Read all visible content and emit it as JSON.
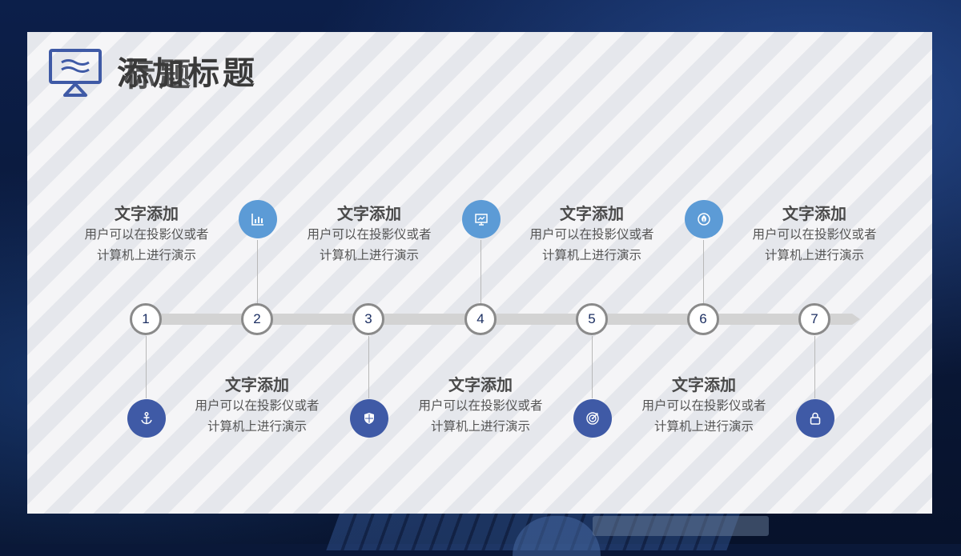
{
  "slide": {
    "title": "添加标题",
    "title_overlap": "标题"
  },
  "colors": {
    "accent_dark": "#3f5aa6",
    "accent_light": "#5c9bd6",
    "node_text": "#1c2f62"
  },
  "timeline": {
    "nodes": [
      "1",
      "2",
      "3",
      "4",
      "5",
      "6",
      "7"
    ],
    "top_icons": [
      {
        "name": "bar-chart-icon",
        "color": "#5c9bd6"
      },
      {
        "name": "presentation-board-icon",
        "color": "#5c9bd6"
      },
      {
        "name": "leaf-circle-icon",
        "color": "#5c9bd6"
      }
    ],
    "bottom_icons": [
      {
        "name": "anchor-icon",
        "color": "#3f5aa6"
      },
      {
        "name": "shield-icon",
        "color": "#3f5aa6"
      },
      {
        "name": "target-icon",
        "color": "#3f5aa6"
      },
      {
        "name": "lock-icon",
        "color": "#3f5aa6"
      }
    ],
    "top_texts": [
      {
        "heading": "文字添加",
        "line1": "用户可以在投影仪或者",
        "line2": "计算机上进行演示"
      },
      {
        "heading": "文字添加",
        "line1": "用户可以在投影仪或者",
        "line2": "计算机上进行演示"
      },
      {
        "heading": "文字添加",
        "line1": "用户可以在投影仪或者",
        "line2": "计算机上进行演示"
      },
      {
        "heading": "文字添加",
        "line1": "用户可以在投影仪或者",
        "line2": "计算机上进行演示"
      }
    ],
    "bottom_texts": [
      {
        "heading": "文字添加",
        "line1": "用户可以在投影仪或者",
        "line2": "计算机上进行演示"
      },
      {
        "heading": "文字添加",
        "line1": "用户可以在投影仪或者",
        "line2": "计算机上进行演示"
      },
      {
        "heading": "文字添加",
        "line1": "用户可以在投影仪或者",
        "line2": "计算机上进行演示"
      }
    ]
  }
}
